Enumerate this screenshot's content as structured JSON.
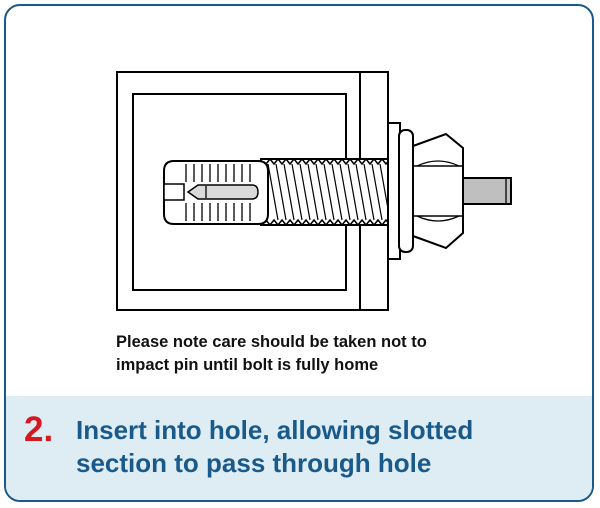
{
  "note": {
    "line1": "Please note care should be taken not to",
    "line2": "impact pin until bolt is fully home"
  },
  "step": {
    "number": "2.",
    "line1": "Insert into hole, allowing slotted",
    "line2": "section to pass through hole"
  },
  "colors": {
    "border": "#1a5a8a",
    "step_number": "#d51920",
    "step_text": "#1a5a8a",
    "footer_bg": "#deecf4"
  }
}
